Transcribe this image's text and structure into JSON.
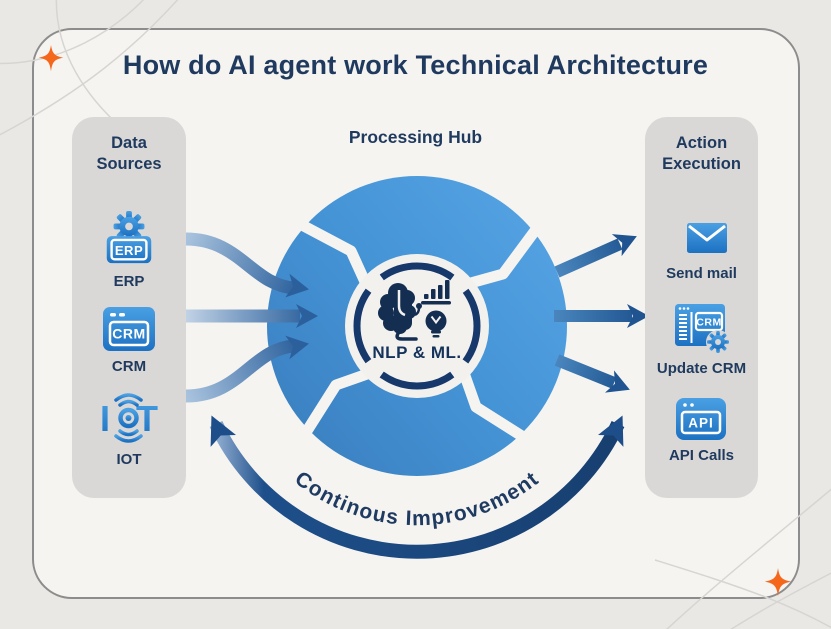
{
  "title": "How do AI agent work Technical Architecture",
  "hub": {
    "label": "Processing Hub",
    "core_label": "NLP & ML.",
    "core_icon": "brain-analytics-icon"
  },
  "loop_label": "Continous Improvement",
  "data_sources": {
    "title": "Data Sources",
    "items": [
      {
        "label": "ERP",
        "icon": "erp-gear-box-icon",
        "icon_text": "ERP"
      },
      {
        "label": "CRM",
        "icon": "crm-window-icon",
        "icon_text": "CRM"
      },
      {
        "label": "IOT",
        "icon": "iot-signal-icon",
        "icon_text_left": "I",
        "icon_text_right": "T"
      }
    ]
  },
  "action_execution": {
    "title": "Action Execution",
    "items": [
      {
        "label": "Send mail",
        "icon": "send-mail-icon"
      },
      {
        "label": "Update CRM",
        "icon": "update-crm-gear-icon",
        "icon_text": "CRM"
      },
      {
        "label": "API Calls",
        "icon": "api-window-icon",
        "icon_text": "API"
      }
    ]
  },
  "colors": {
    "navy": "#1f3a5e",
    "hub_blue": "#4796d8",
    "icon_blue": "#2e84d0",
    "arrow_navy": "#1d4e89",
    "orange": "#f5671b"
  }
}
